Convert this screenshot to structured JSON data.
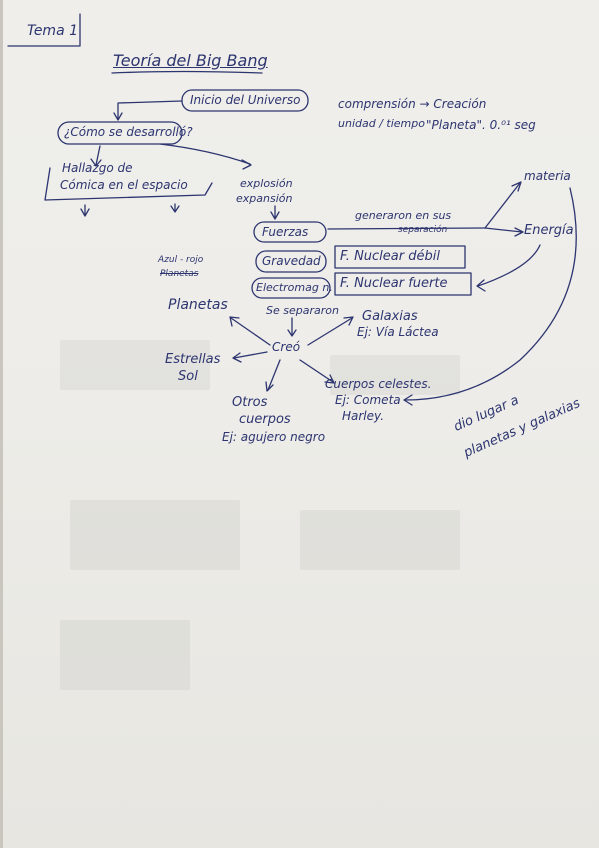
{
  "header": {
    "label": "Tema 1"
  },
  "title": "Teoría del Big Bang",
  "nodes": {
    "inicio": "Inicio del Universo",
    "como": "¿Cómo se desarrolló?",
    "hallazgo_1": "Hallazgo de",
    "hallazgo_2": "Cómica en el espacio",
    "explosion": "explosión",
    "expansion": "expansión",
    "fuerzas": "Fuerzas",
    "gravedad": "Gravedad",
    "electromag": "Electromag n.",
    "nuclear_debil": "F. Nuclear débil",
    "nuclear_fuerte": "F. Nuclear fuerte",
    "generaron_1": "generaron en sus",
    "generaron_2": "separación",
    "materia": "materia",
    "energia": "Energía",
    "compresion_1": "comprensión → Creación",
    "compresion_2": "unidad / tiempo",
    "planeta": "\"Planeta\". 0.⁰¹ seg",
    "azul_rojo": "Azul - rojo",
    "planetas_tachado": "Planetas",
    "planetas": "Planetas",
    "se_separaron": "Se separaron",
    "galaxias": "Galaxias",
    "via_lactea": "Ej: Vía Láctea",
    "creo": "Creó",
    "estrellas": "Estrellas",
    "sol": "Sol",
    "otros_1": "Otros",
    "otros_2": "cuerpos",
    "agujero": "Ej: agujero negro",
    "cuerpos_celestes": "Cuerpos celestes.",
    "cometa_1": "Ej: Cometa",
    "cometa_2": "Harley.",
    "dio_lugar_1": "dio lugar a",
    "dio_lugar_2": "planetas y galaxias"
  }
}
